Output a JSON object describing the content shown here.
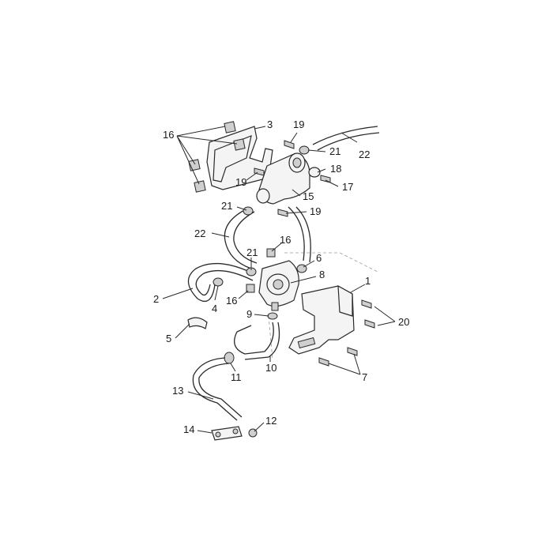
{
  "labels": {
    "l1": "1",
    "l2": "2",
    "l3": "3",
    "l4": "4",
    "l5": "5",
    "l6": "6",
    "l7": "7",
    "l8": "8",
    "l9": "9",
    "l10": "10",
    "l11": "11",
    "l12": "12",
    "l13": "13",
    "l14": "14",
    "l15": "15",
    "l16a": "16",
    "l16b": "16",
    "l16c": "16",
    "l17": "17",
    "l18": "18",
    "l19a": "19",
    "l19b": "19",
    "l19c": "19",
    "l20": "20",
    "l21a": "21",
    "l21b": "21",
    "l21c": "21",
    "l22a": "22",
    "l22b": "22"
  },
  "colors": {
    "line": "#2a2a2a",
    "fill": "#f4f4f4",
    "shade": "#cfcfcf"
  }
}
